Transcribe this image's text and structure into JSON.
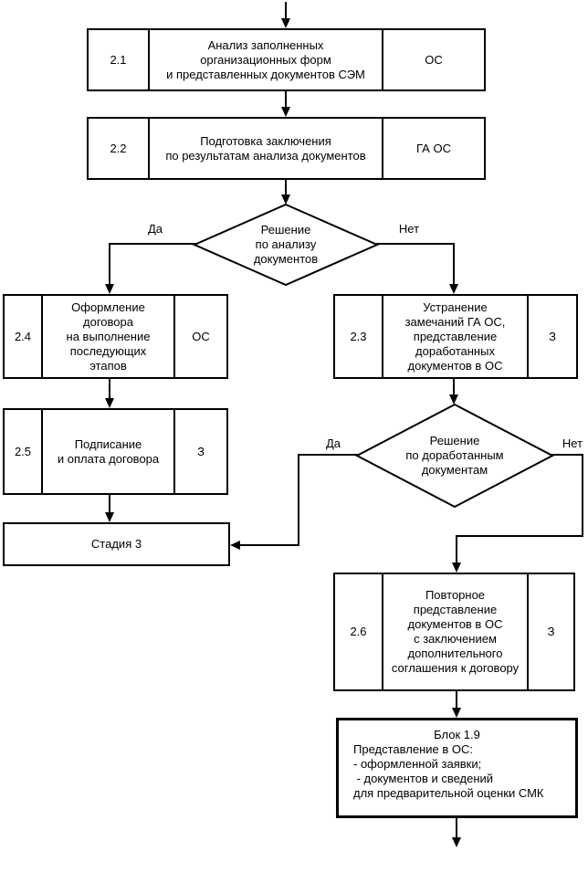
{
  "flowchart": {
    "colors": {
      "line": "#000000",
      "background": "#ffffff",
      "text": "#000000"
    },
    "boxes": {
      "b21": {
        "num": "2.1",
        "lines": [
          "Анализ заполненных",
          "организационных форм",
          "и представленных документов СЭМ"
        ],
        "role": "ОС"
      },
      "b22": {
        "num": "2.2",
        "lines": [
          "Подготовка заключения",
          "по результатам анализа документов"
        ],
        "role": "ГА ОС"
      },
      "b24": {
        "num": "2.4",
        "lines": [
          "Оформление",
          "договора",
          "на выполнение",
          "последующих",
          "этапов"
        ],
        "role": "ОС"
      },
      "b23": {
        "num": "2.3",
        "lines": [
          "Устранение",
          "замечаний ГА ОС,",
          "представление",
          "доработанных",
          "документов в ОС"
        ],
        "role": "З"
      },
      "b25": {
        "num": "2.5",
        "lines": [
          "Подписание",
          "и оплата договора"
        ],
        "role": "З"
      },
      "b26": {
        "num": "2.6",
        "lines": [
          "Повторное",
          "представление",
          "документов в ОС",
          "с заключением",
          "дополнительного",
          "соглашения к договору"
        ],
        "role": "З"
      },
      "stage3": {
        "label": "Стадия 3"
      },
      "block19": {
        "title": "Блок 1.9",
        "lines": [
          "Представление в ОС:",
          "- оформленной заявки;",
          " - документов и сведений",
          "для предварительной оценки СМК"
        ]
      }
    },
    "decisions": {
      "d1": {
        "lines": [
          "Решение",
          "по анализу",
          "документов"
        ],
        "yes": "Да",
        "no": "Нет"
      },
      "d2": {
        "lines": [
          "Решение",
          "по доработанным",
          "документам"
        ],
        "yes": "Да",
        "no": "Нет"
      }
    }
  }
}
